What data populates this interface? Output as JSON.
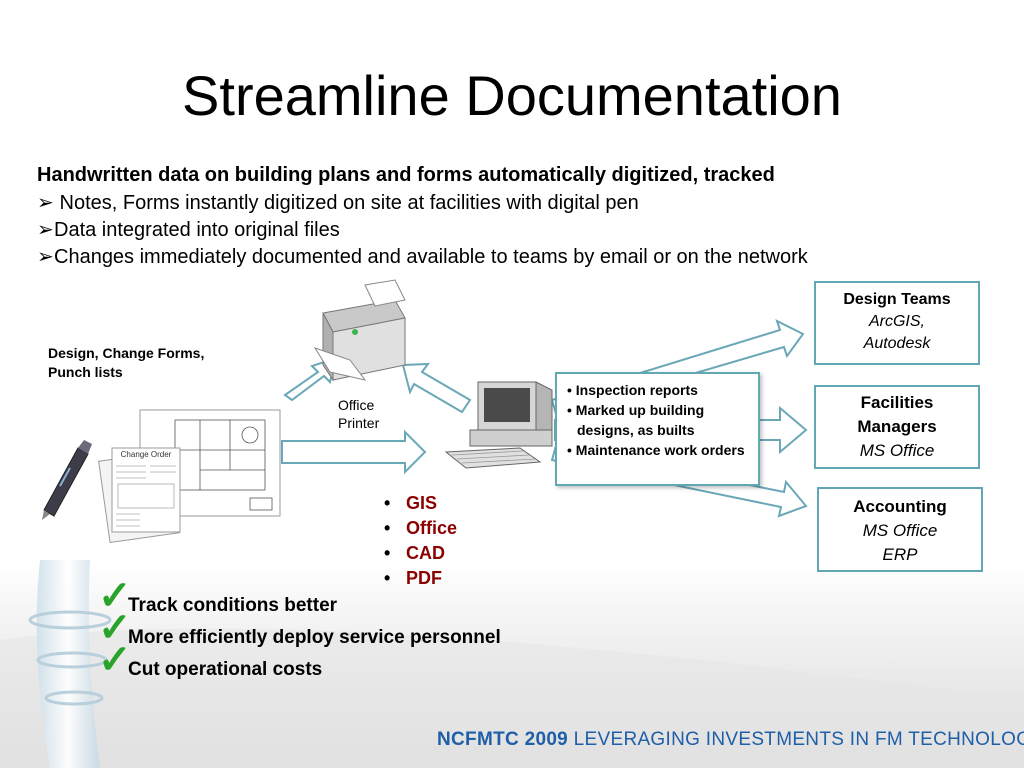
{
  "slide": {
    "title": "Streamline Documentation",
    "subheading": "Handwritten data on building plans and forms automatically digitized, tracked",
    "bullets": [
      " Notes, Forms instantly digitized on site at facilities with digital pen",
      "Data integrated into original files",
      "Changes immediately documented and available to teams by email or on the network"
    ]
  },
  "diagram": {
    "forms_label_line1": "Design, Change Forms,",
    "forms_label_line2": "Punch lists",
    "change_order_title": "Change Order",
    "printer_label_line1": "Office",
    "printer_label_line2": "Printer",
    "middle_box": {
      "items": [
        "Inspection reports",
        "Marked up building designs, as builts",
        "Maintenance work orders"
      ]
    },
    "formats": [
      "GIS",
      "Office",
      "CAD",
      "PDF"
    ],
    "teams": [
      {
        "title": "Design Teams",
        "lines": [
          "ArcGIS,",
          "Autodesk"
        ]
      },
      {
        "title": "Facilities Managers",
        "lines": [
          "MS Office"
        ]
      },
      {
        "title": "Accounting",
        "lines": [
          "MS Office",
          "ERP"
        ]
      }
    ]
  },
  "benefits": [
    "Track conditions better",
    "More efficiently deploy service personnel",
    "Cut operational costs"
  ],
  "footer": {
    "brand": "NCFMTC 2009",
    "tagline": "LEVERAGING INVESTMENTS IN FM TECHNOLOGY"
  },
  "colors": {
    "box_border": "#62a7b4",
    "format_text": "#8b0000",
    "check": "#2aa32a",
    "footer_text": "#1f5fa8"
  }
}
